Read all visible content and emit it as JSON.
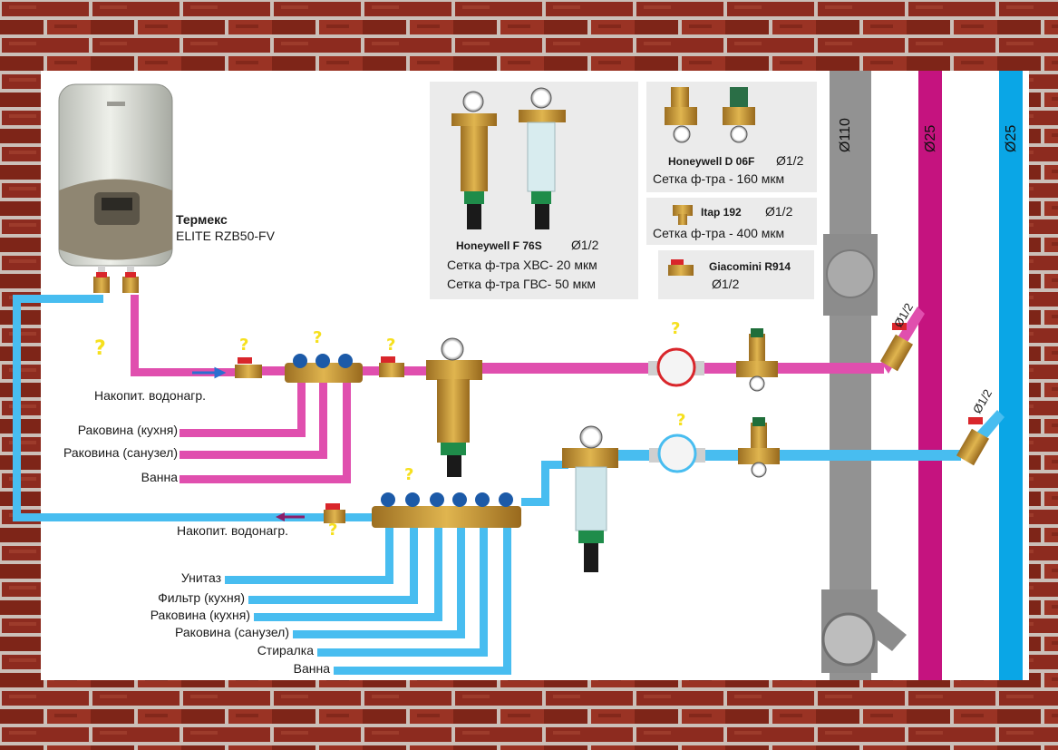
{
  "heater": {
    "brand": "Термекс",
    "model": "ELITE RZB50-FV"
  },
  "hot_outlets": [
    {
      "label": "Накопит. водонагр."
    },
    {
      "label": "Раковина (кухня)"
    },
    {
      "label": "Раковина (санузел)"
    },
    {
      "label": "Ванна"
    }
  ],
  "cold_heater_label": "Накопит. водонагр.",
  "cold_outlets": [
    {
      "label": "Унитаз"
    },
    {
      "label": "Фильтр (кухня)"
    },
    {
      "label": "Раковина (кухня)"
    },
    {
      "label": "Раковина (санузел)"
    },
    {
      "label": "Стиралка"
    },
    {
      "label": "Ванна"
    }
  ],
  "filter_box": {
    "model": "Honeywell F 76S",
    "diameter": "Ø1/2",
    "line1": "Сетка ф-тра ХВС- 20 мкм",
    "line2": "Сетка ф-тра ГВС- 50 мкм"
  },
  "reducer_box": {
    "model": "Honeywell D 06F",
    "diameter": "Ø1/2",
    "line1": "Сетка ф-тра - 160 мкм"
  },
  "strainer_box": {
    "model": "Itap 192",
    "diameter": "Ø1/2",
    "line1": "Сетка ф-тра - 400 мкм"
  },
  "valve_box": {
    "model": "Giacomini R914",
    "diameter": "Ø1/2"
  },
  "risers": [
    {
      "label": "Ø110",
      "color": "#929292"
    },
    {
      "label": "Ø25",
      "color": "#c5137f"
    },
    {
      "label": "Ø25",
      "color": "#0aa6e6"
    }
  ],
  "branch_labels": [
    "Ø1/2",
    "Ø1/2"
  ],
  "question_mark": "?",
  "colors": {
    "hot_pipe": "#e04fae",
    "cold_pipe": "#48bdf0",
    "brick": "#8f2a1e",
    "mortar": "#cfc3bd",
    "brass": "#c79a3c",
    "valve_red": "#d9262b",
    "manifold_cap": "#1c5aa8"
  }
}
